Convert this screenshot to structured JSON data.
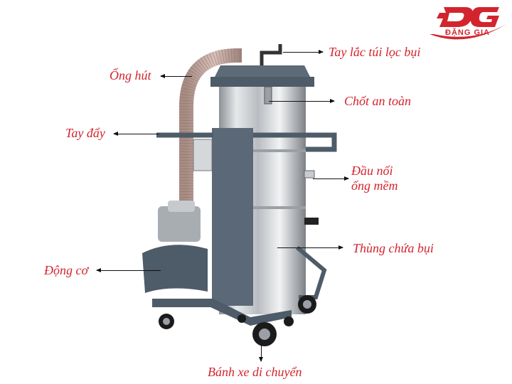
{
  "brand": {
    "logo_mark": "ĐG",
    "logo_name": "ĐẶNG GIA",
    "brand_color": "#d3242e"
  },
  "diagram": {
    "subject": "industrial-vacuum-cleaner",
    "label_color": "#d3242e",
    "arrow_color": "#111111",
    "labels": {
      "filter_shaker_handle": "Tay lắc túi lọc bụi",
      "safety_latch": "Chốt an toàn",
      "suction_hose": "Ống hút",
      "push_handle": "Tay đẩy",
      "hose_connector_line1": "Đầu nối",
      "hose_connector_line2": "ống mềm",
      "dust_tank": "Thùng chứa bụi",
      "motor": "Động cơ",
      "wheels": "Bánh xe di chuyển"
    }
  }
}
